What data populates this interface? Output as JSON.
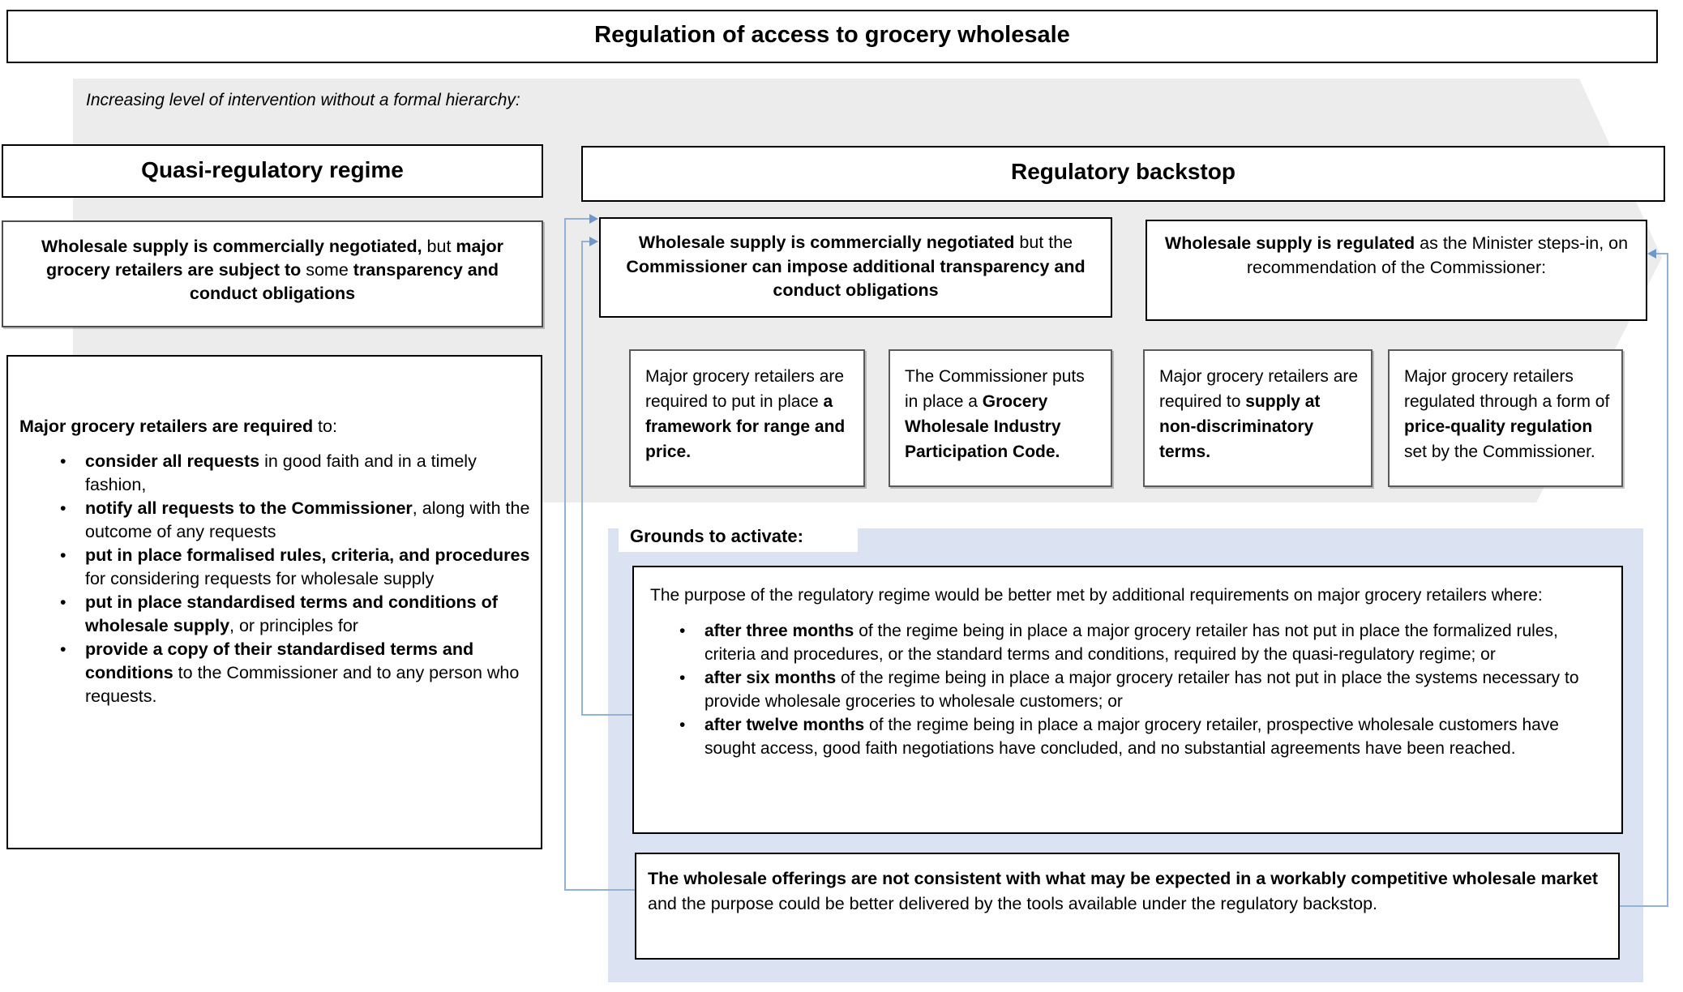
{
  "title": "Regulation of access to grocery wholesale",
  "note": "Increasing level of intervention without a formal hierarchy:",
  "quasi": {
    "header": "Quasi-regulatory regime",
    "summary": [
      {
        "t": "Wholesale supply is commercially negotiated,",
        "b": true
      },
      {
        "t": " but ",
        "b": false
      },
      {
        "t": "major grocery retailers are subject to",
        "b": true
      },
      {
        "t": " some ",
        "b": false
      },
      {
        "t": "transparency and conduct obligations",
        "b": true
      }
    ],
    "requirements_intro": [
      {
        "t": "Major grocery retailers are required",
        "b": true
      },
      {
        "t": " to:",
        "b": false
      }
    ],
    "requirements": [
      [
        {
          "t": "consider all requests",
          "b": true
        },
        {
          "t": " in good faith and in a timely fashion,",
          "b": false
        }
      ],
      [
        {
          "t": "notify all requests to the Commissioner",
          "b": true
        },
        {
          "t": ", along with the outcome of any requests",
          "b": false
        }
      ],
      [
        {
          "t": "put in place formalised rules, criteria, and procedures",
          "b": true
        },
        {
          "t": " for considering requests for wholesale supply",
          "b": false
        }
      ],
      [
        {
          "t": "put in place standardised terms and conditions of wholesale supply",
          "b": true
        },
        {
          "t": ", or principles for",
          "b": false
        }
      ],
      [
        {
          "t": "provide a copy of their standardised terms and conditions",
          "b": true
        },
        {
          "t": " to the Commissioner and to any person who requests.",
          "b": false
        }
      ]
    ]
  },
  "backstop": {
    "header": "Regulatory backstop",
    "negotiated_plus": [
      {
        "t": "Wholesale supply is commercially negotiated",
        "b": true
      },
      {
        "t": " but the ",
        "b": false
      },
      {
        "t": "Commissioner can impose additional transparency and conduct obligations",
        "b": true
      }
    ],
    "regulated": [
      {
        "t": "Wholesale supply is regulated",
        "b": true
      },
      {
        "t": " as the Minister steps-in, on recommendation of the Commissioner:",
        "b": false
      }
    ],
    "cards": [
      {
        "segments": [
          {
            "t": "Major grocery retailers are required to put in place ",
            "b": false
          },
          {
            "t": "a framework for range and price.",
            "b": true
          }
        ]
      },
      {
        "segments": [
          {
            "t": "The Commissioner puts in place a ",
            "b": false
          },
          {
            "t": "Grocery Wholesale Industry Participation Code.",
            "b": true
          }
        ]
      },
      {
        "segments": [
          {
            "t": "Major grocery retailers are required to ",
            "b": false
          },
          {
            "t": "supply at non-discriminatory terms.",
            "b": true
          }
        ]
      },
      {
        "segments": [
          {
            "t": "Major grocery retailers regulated through a form of ",
            "b": false
          },
          {
            "t": "price-quality regulation",
            "b": true
          },
          {
            "t": " set by the Commissioner.",
            "b": false
          }
        ]
      }
    ]
  },
  "grounds": {
    "label": "Grounds to activate:",
    "purpose_intro": [
      {
        "t": "The purpose of the regulatory regime would be better met by additional requirements on major grocery retailers where:",
        "b": false
      }
    ],
    "purpose_bullets": [
      [
        {
          "t": "after three months",
          "b": true
        },
        {
          "t": " of the regime being in place a major grocery retailer has not put in place the formalized rules, criteria and procedures, or the standard terms and conditions, required by the quasi-regulatory regime; or",
          "b": false
        }
      ],
      [
        {
          "t": "after six months",
          "b": true
        },
        {
          "t": " of the regime being in place a major grocery retailer has not put in place the systems necessary to provide wholesale groceries to wholesale customers; or",
          "b": false
        }
      ],
      [
        {
          "t": "after twelve months",
          "b": true
        },
        {
          "t": " of the regime being in place a major grocery retailer, prospective wholesale customers have sought access, good faith negotiations have concluded, and no substantial agreements have been reached.",
          "b": false
        }
      ]
    ],
    "offerings": [
      {
        "t": "The wholesale offerings are not consistent with what may be expected in a workably competitive wholesale market",
        "b": true
      },
      {
        "t": " and the purpose could be better delivered by the tools available under the regulatory backstop.",
        "b": false
      }
    ]
  },
  "colors": {
    "chevron_gray": "#ececec",
    "grounds_panel_blue": "#dbe2f1",
    "connector_blue": "#92b1d9",
    "arrowhead_blue": "#6f97c9",
    "border_black": "#000000"
  }
}
